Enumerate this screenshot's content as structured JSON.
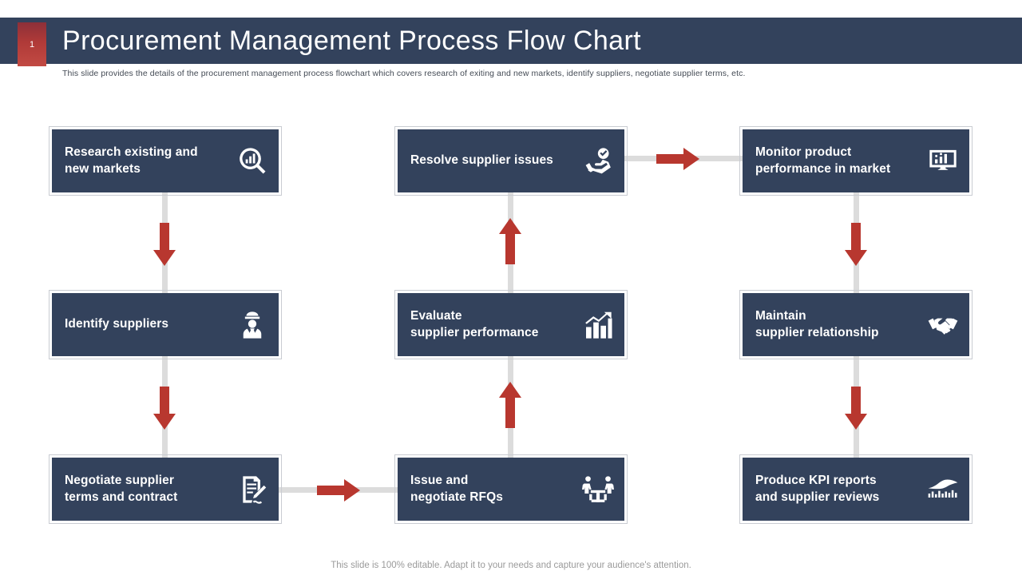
{
  "header": {
    "slide_number": "1",
    "title": "Procurement Management Process Flow Chart",
    "subtitle": "This slide provides the details of the procurement management process flowchart which covers research of exiting and new markets, identify suppliers, negotiate supplier terms, etc.",
    "band_color": "#33425c",
    "badge_color": "#b03a38"
  },
  "colors": {
    "node_fill": "#33425c",
    "node_outline": "#c9ccd2",
    "arrow_red": "#b8372f",
    "rail_gray": "#dcdcdc",
    "text_on_node": "#ffffff"
  },
  "nodes": [
    {
      "id": "research-existing-and-new-markets",
      "label": "Research existing and\nnew markets",
      "icon": "magnifier-bar-chart-icon"
    },
    {
      "id": "identify-suppliers",
      "label": "Identify suppliers",
      "icon": "worker-person-icon"
    },
    {
      "id": "negotiate-supplier-terms-and-contract",
      "label": "Negotiate supplier\nterms and contract",
      "icon": "contract-signing-icon"
    },
    {
      "id": "resolve-supplier-issues",
      "label": "Resolve supplier issues",
      "icon": "hand-check-badge-icon"
    },
    {
      "id": "evaluate-supplier-performance",
      "label": "Evaluate\nsupplier performance",
      "icon": "bar-chart-growth-icon"
    },
    {
      "id": "issue-and-negotiate-rfqs",
      "label": "Issue and\nnegotiate RFQs",
      "icon": "meeting-negotiation-icon"
    },
    {
      "id": "monitor-product-performance-in-market",
      "label": "Monitor product\nperformance in market",
      "icon": "monitor-chart-icon"
    },
    {
      "id": "maintain-supplier-relationship",
      "label": "Maintain\nsupplier relationship",
      "icon": "handshake-icon"
    },
    {
      "id": "produce-kpi-reports-and-supplier-reviews",
      "label": "Produce KPI reports\nand supplier reviews",
      "icon": "kpi-analytics-icon"
    }
  ],
  "flow": {
    "arrows": [
      {
        "name": "arrow-research-to-identify",
        "direction": "down"
      },
      {
        "name": "arrow-identify-to-negotiate",
        "direction": "down"
      },
      {
        "name": "arrow-negotiate-to-rfqs",
        "direction": "right"
      },
      {
        "name": "arrow-rfqs-to-evaluate",
        "direction": "up"
      },
      {
        "name": "arrow-evaluate-to-resolve",
        "direction": "up"
      },
      {
        "name": "arrow-resolve-to-monitor",
        "direction": "right"
      },
      {
        "name": "arrow-monitor-to-maintain",
        "direction": "down"
      },
      {
        "name": "arrow-maintain-to-kpi",
        "direction": "down"
      }
    ]
  },
  "footer": {
    "note": "This slide is 100% editable. Adapt it to your needs and capture your audience's attention."
  }
}
